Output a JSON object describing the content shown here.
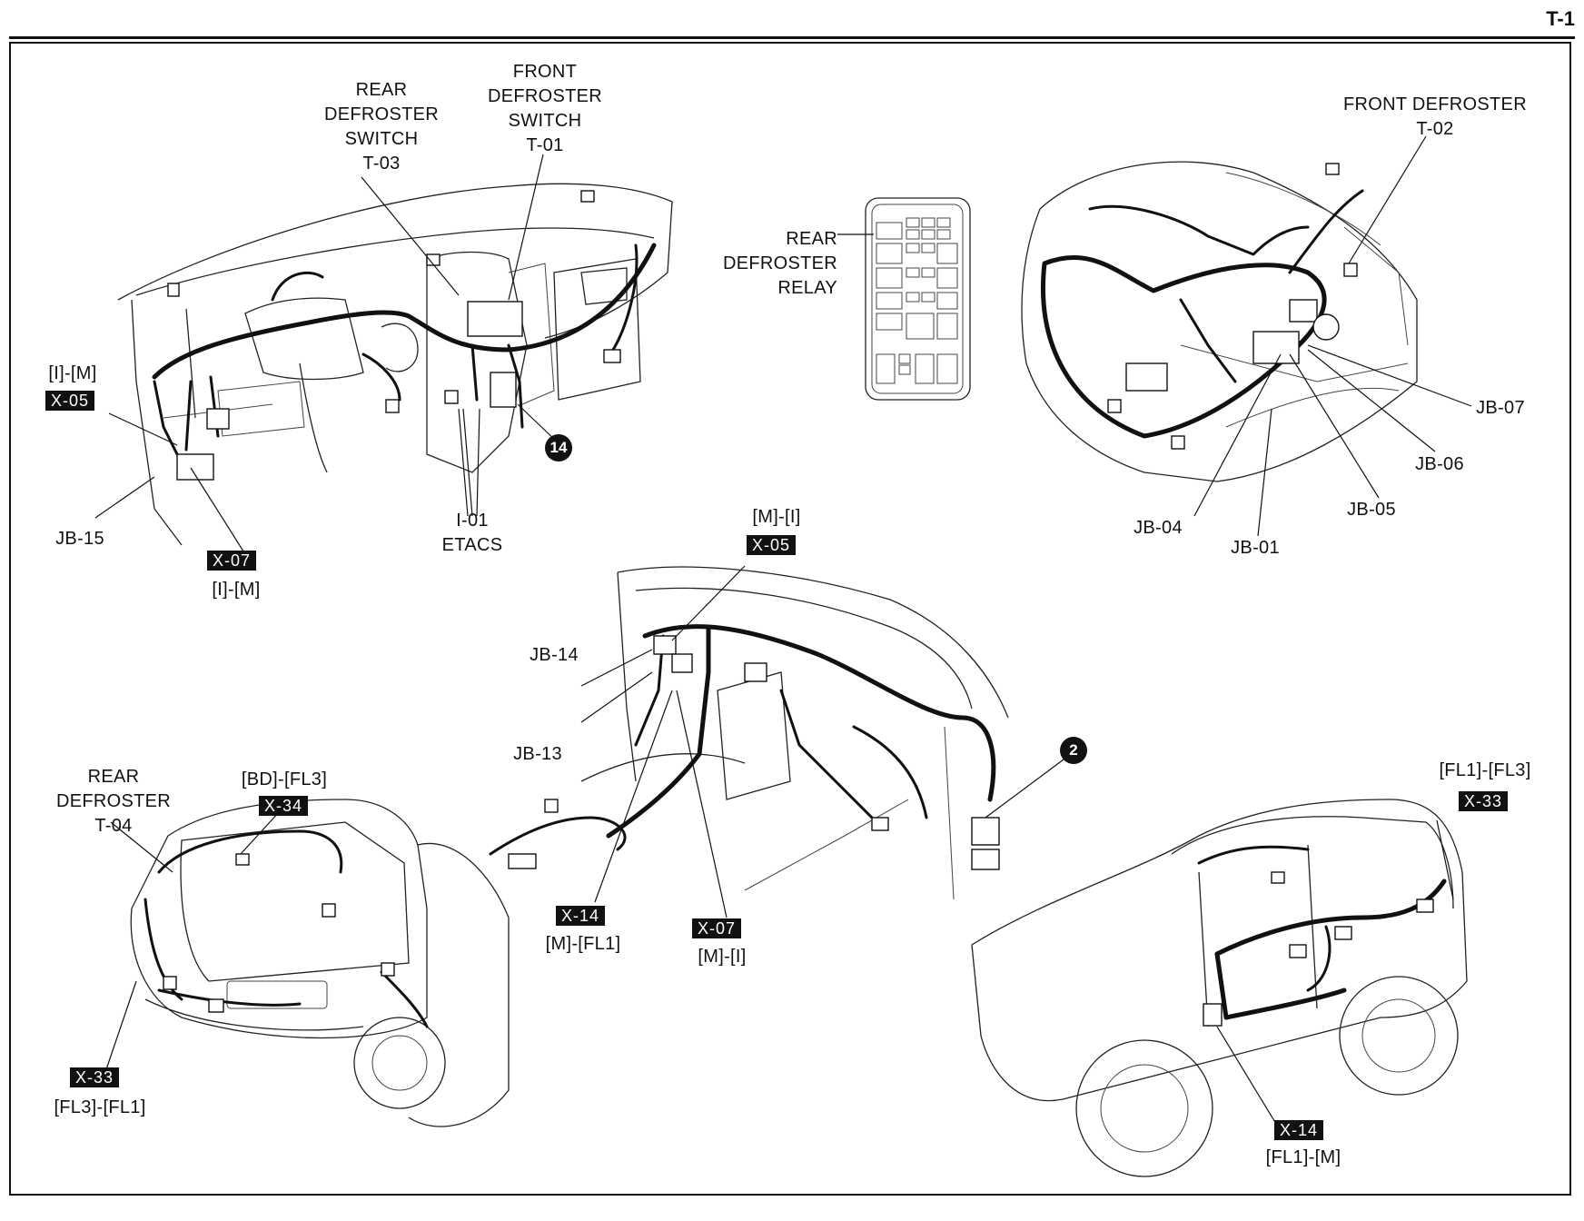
{
  "page": {
    "code": "T-1"
  },
  "labels": {
    "rear_defroster_switch": [
      "REAR",
      "DEFROSTER",
      "SWITCH",
      "T-03"
    ],
    "front_defroster_switch": [
      "FRONT",
      "DEFROSTER",
      "SWITCH",
      "T-01"
    ],
    "rear_defroster_relay": [
      "REAR",
      "DEFROSTER",
      "RELAY"
    ],
    "front_defroster": [
      "FRONT DEFROSTER",
      "T-02"
    ],
    "rear_defroster": [
      "REAR",
      "DEFROSTER",
      "T-04"
    ],
    "etacs": [
      "I-01",
      "ETACS"
    ],
    "jb15": "JB-15",
    "jb14": "JB-14",
    "jb13": "JB-13",
    "jb07": "JB-07",
    "jb06": "JB-06",
    "jb05": "JB-05",
    "jb04": "JB-04",
    "jb01": "JB-01"
  },
  "connectors": {
    "x05_dash": {
      "tag": "X-05",
      "sub": "[I]-[M]"
    },
    "x07_dash": {
      "tag": "X-07",
      "sub": "[I]-[M]"
    },
    "x05_floor": {
      "tag": "X-05",
      "sub": "[M]-[I]"
    },
    "x14_floor": {
      "tag": "X-14",
      "sub": "[M]-[FL1]"
    },
    "x07_floor": {
      "tag": "X-07",
      "sub": "[M]-[I]"
    },
    "x34_rear": {
      "tag": "X-34",
      "sub": "[BD]-[FL3]"
    },
    "x33_rear": {
      "tag": "X-33",
      "sub": "[FL3]-[FL1]"
    },
    "x33_side": {
      "tag": "X-33",
      "sub": "[FL1]-[FL3]"
    },
    "x14_side": {
      "tag": "X-14",
      "sub": "[FL1]-[M]"
    }
  },
  "markers": {
    "m14": "14",
    "m2": "2"
  }
}
